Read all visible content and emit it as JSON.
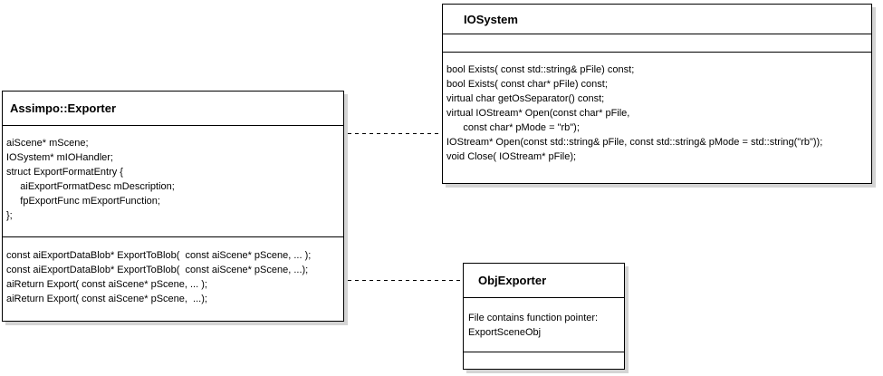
{
  "colors": {
    "background": "#ffffff",
    "node_fill": "#ffffff",
    "border": "#000000",
    "text": "#000000",
    "shadow": "#d4d4d4"
  },
  "diagram": {
    "type": "uml-class-diagram",
    "nodes": {
      "exporter": {
        "title": "Assimpo::Exporter",
        "attributes": [
          "aiScene* mScene;",
          "IOSystem* mIOHandler;",
          "struct ExportFormatEntry {",
          "     aiExportFormatDesc mDescription;",
          "     fpExportFunc mExportFunction;",
          "};"
        ],
        "methods": [
          "const aiExportDataBlob* ExportToBlob(  const aiScene* pScene, ... );",
          "const aiExportDataBlob* ExportToBlob(  const aiScene* pScene, ...);",
          "aiReturn Export( const aiScene* pScene, ... );",
          "aiReturn Export( const aiScene* pScene,  ...);"
        ]
      },
      "iosystem": {
        "title": "IOSystem",
        "attributes": [],
        "methods": [
          "bool Exists( const std::string& pFile) const;",
          "bool Exists( const char* pFile) const;",
          "virtual char getOsSeparator() const;",
          "virtual IOStream* Open(const char* pFile,",
          "      const char* pMode = \"rb\");",
          "IOStream* Open(const std::string& pFile, const std::string& pMode = std::string(\"rb\"));",
          "void Close( IOStream* pFile);"
        ]
      },
      "objexporter": {
        "title": "ObjExporter",
        "body": [
          "File contains function pointer:",
          "ExportSceneObj"
        ]
      }
    },
    "edges": [
      {
        "from": "exporter",
        "to": "iosystem",
        "style": "dashed"
      },
      {
        "from": "exporter",
        "to": "objexporter",
        "style": "dashed"
      }
    ]
  }
}
